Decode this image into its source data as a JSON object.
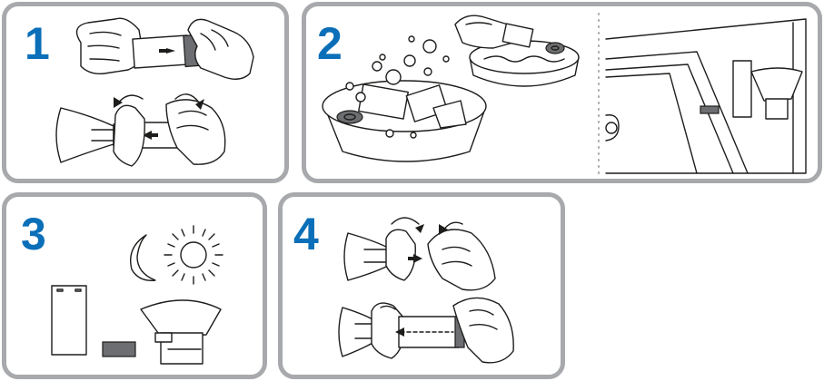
{
  "steps": [
    {
      "number": "1"
    },
    {
      "number": "2"
    },
    {
      "number": "3"
    },
    {
      "number": "4"
    }
  ],
  "colors": {
    "accent": "#0a6fb8",
    "border": "#a7a9ac",
    "shading": "#6d6e71"
  },
  "icons": [
    "hand-icon",
    "filter-cartridge-icon",
    "nozzle-icon",
    "bowl-icon",
    "bubble-icon",
    "moon-icon",
    "sun-icon",
    "dish-rack-icon",
    "arrow-icon"
  ]
}
